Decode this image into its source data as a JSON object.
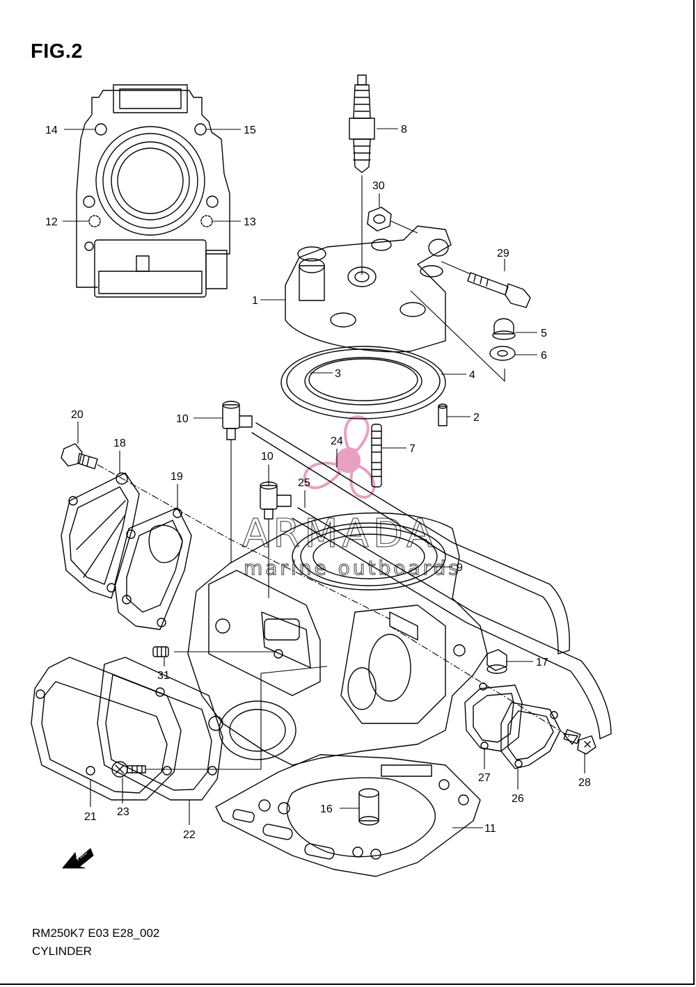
{
  "figure": {
    "title": "FIG.2",
    "model_code": "RM250K7 E03 E28_002",
    "caption": "CYLINDER",
    "fwd_label": "FWD"
  },
  "watermark": {
    "brand": "ARMADA",
    "tagline": "marine outboards",
    "color": "#e58fb8"
  },
  "callouts": {
    "c1": "1",
    "c2": "2",
    "c3": "3",
    "c4": "4",
    "c5": "5",
    "c6": "6",
    "c7": "7",
    "c8": "8",
    "c9": "9",
    "c10a": "10",
    "c10b": "10",
    "c11": "11",
    "c12": "12",
    "c13": "13",
    "c14": "14",
    "c15": "15",
    "c16": "16",
    "c17": "17",
    "c18": "18",
    "c19": "19",
    "c20": "20",
    "c21": "21",
    "c22": "22",
    "c23": "23",
    "c24": "24",
    "c25": "25",
    "c26": "26",
    "c27": "27",
    "c28": "28",
    "c29": "29",
    "c30": "30",
    "c31": "31"
  }
}
